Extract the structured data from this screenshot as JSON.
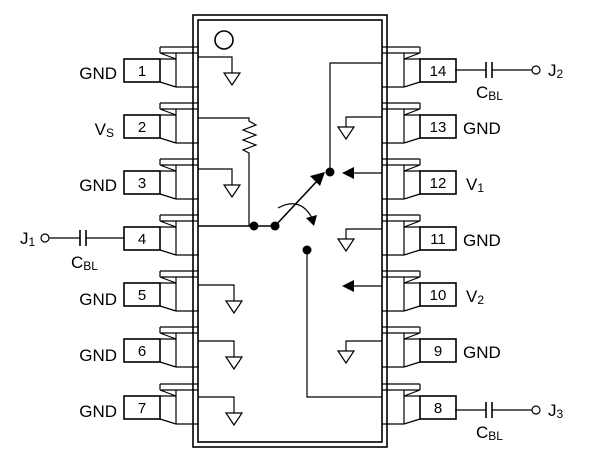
{
  "left_pins": [
    {
      "num": "1",
      "label": "GND",
      "sub": ""
    },
    {
      "num": "2",
      "label": "V",
      "sub": "S"
    },
    {
      "num": "3",
      "label": "GND",
      "sub": ""
    },
    {
      "num": "4",
      "label": "",
      "sub": ""
    },
    {
      "num": "5",
      "label": "GND",
      "sub": ""
    },
    {
      "num": "6",
      "label": "GND",
      "sub": ""
    },
    {
      "num": "7",
      "label": "GND",
      "sub": ""
    }
  ],
  "right_pins": [
    {
      "num": "14",
      "label": "",
      "sub": ""
    },
    {
      "num": "13",
      "label": "GND",
      "sub": ""
    },
    {
      "num": "12",
      "label": "V",
      "sub": "1"
    },
    {
      "num": "11",
      "label": "GND",
      "sub": ""
    },
    {
      "num": "10",
      "label": "V",
      "sub": "2"
    },
    {
      "num": "9",
      "label": "GND",
      "sub": ""
    },
    {
      "num": "8",
      "label": "",
      "sub": ""
    }
  ],
  "ports": {
    "j1": {
      "main": "J",
      "sub": "1"
    },
    "j2": {
      "main": "J",
      "sub": "2"
    },
    "j3": {
      "main": "J",
      "sub": "3"
    }
  },
  "caps": {
    "c1": {
      "main": "C",
      "sub": "BL"
    },
    "c2": {
      "main": "C",
      "sub": "BL"
    },
    "c3": {
      "main": "C",
      "sub": "BL"
    }
  }
}
